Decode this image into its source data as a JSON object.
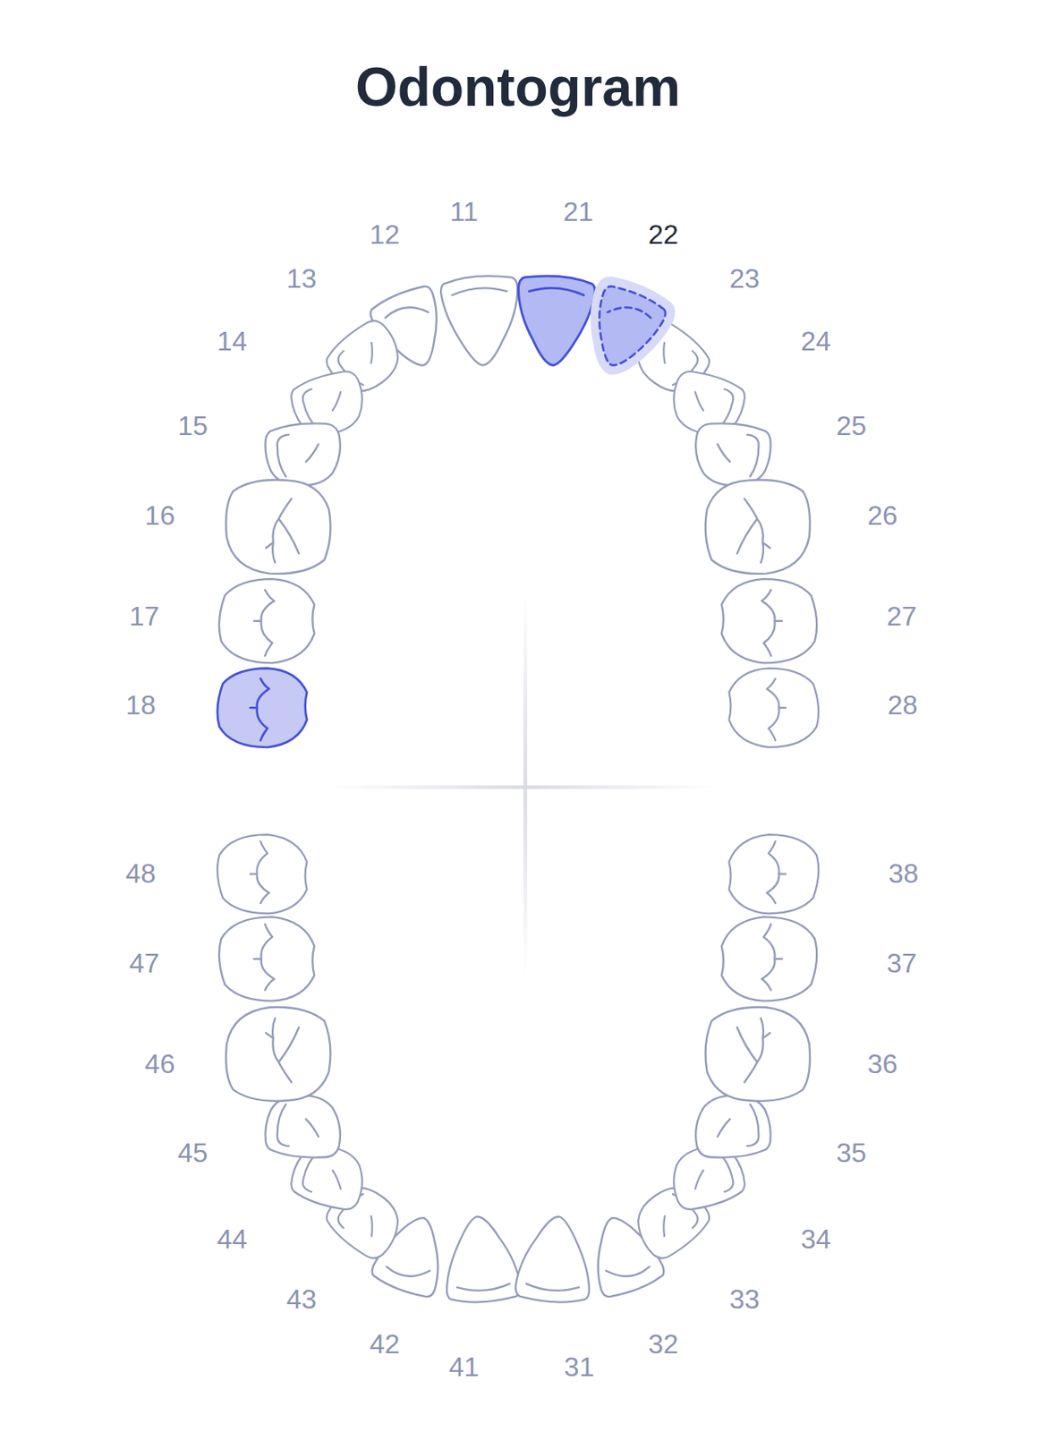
{
  "diagram": {
    "title": "Odontogram",
    "labels": [
      "11",
      "12",
      "13",
      "14",
      "15",
      "16",
      "17",
      "18",
      "21",
      "22",
      "23",
      "24",
      "25",
      "26",
      "27",
      "28",
      "31",
      "32",
      "33",
      "34",
      "35",
      "36",
      "37",
      "38",
      "41",
      "42",
      "43",
      "44",
      "45",
      "46",
      "47",
      "48"
    ]
  }
}
